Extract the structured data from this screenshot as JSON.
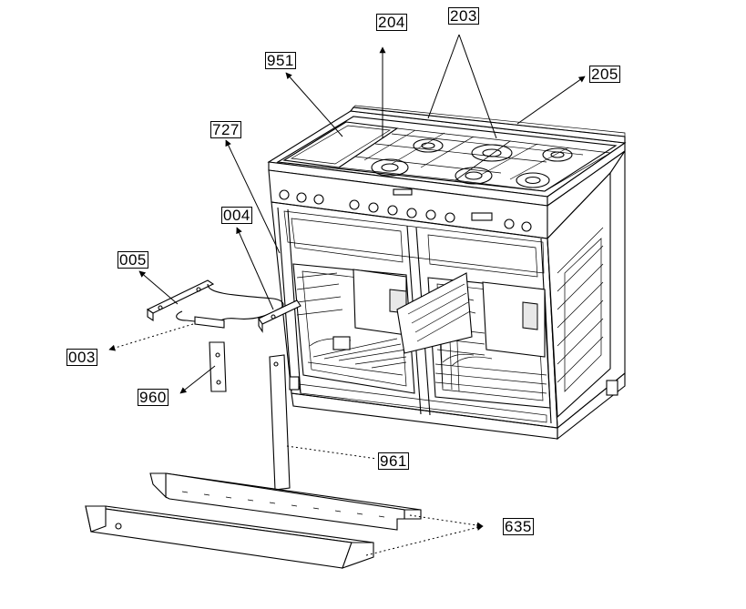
{
  "labels": {
    "l204": "204",
    "l203": "203",
    "l951": "951",
    "l205": "205",
    "l727": "727",
    "l004": "004",
    "l005": "005",
    "l003": "003",
    "l960": "960",
    "l961": "961",
    "l635": "635"
  }
}
